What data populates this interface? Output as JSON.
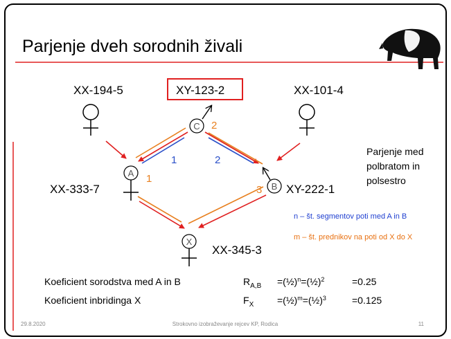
{
  "slide": {
    "title": "Parjenje dveh sorodnih živali",
    "footer_date": "29.8.2020",
    "footer_text": "Strokovno izobraževanje rejcev KP, Rodica",
    "page_number": "11"
  },
  "animals": {
    "top_left": "XX-194-5",
    "top_center": "XY-123-2",
    "top_right": "XX-101-4",
    "mid_left": "XX-333-7",
    "mid_right": "XY-222-1",
    "bottom": "XX-345-3"
  },
  "node_labels": {
    "a": "A",
    "b": "B",
    "c": "C",
    "x": "X"
  },
  "counts": {
    "blue_1": "1",
    "blue_2": "2",
    "orange_a": "1",
    "orange_c": "2",
    "orange_b": "3"
  },
  "side_note": [
    "Parjenje med",
    "polbratom in",
    "polsestro"
  ],
  "legend": {
    "n": "n – št. segmentov poti med A in B",
    "m": "m – št. prednikov na poti od X do X"
  },
  "formulas": {
    "kinship_label": "Koeficient sorodstva med A in B",
    "kinship_symbol": "R",
    "kinship_sub": "A,B",
    "kinship_eq1": "=(½)",
    "kinship_exp1": "n",
    "kinship_eq2": "=(½)",
    "kinship_exp2": "2",
    "kinship_result": "=0.25",
    "inbreeding_label": "Koeficient inbridinga X",
    "inbreeding_symbol": "F",
    "inbreeding_sub": "X",
    "inbreeding_eq1": "=(½)",
    "inbreeding_exp1": "m",
    "inbreeding_eq2": "=(½)",
    "inbreeding_exp2": "3",
    "inbreeding_result": "=0.125"
  },
  "colors": {
    "red": "#e02020",
    "orange": "#e88020",
    "blue": "#2a4fc8",
    "frame": "#000000",
    "legend_blue": "#2040d0",
    "legend_orange": "#e87010",
    "footer": "#888888"
  },
  "icons": {
    "logo": "pig-silhouette-icon",
    "female": "female-symbol-icon",
    "male": "male-symbol-icon"
  }
}
